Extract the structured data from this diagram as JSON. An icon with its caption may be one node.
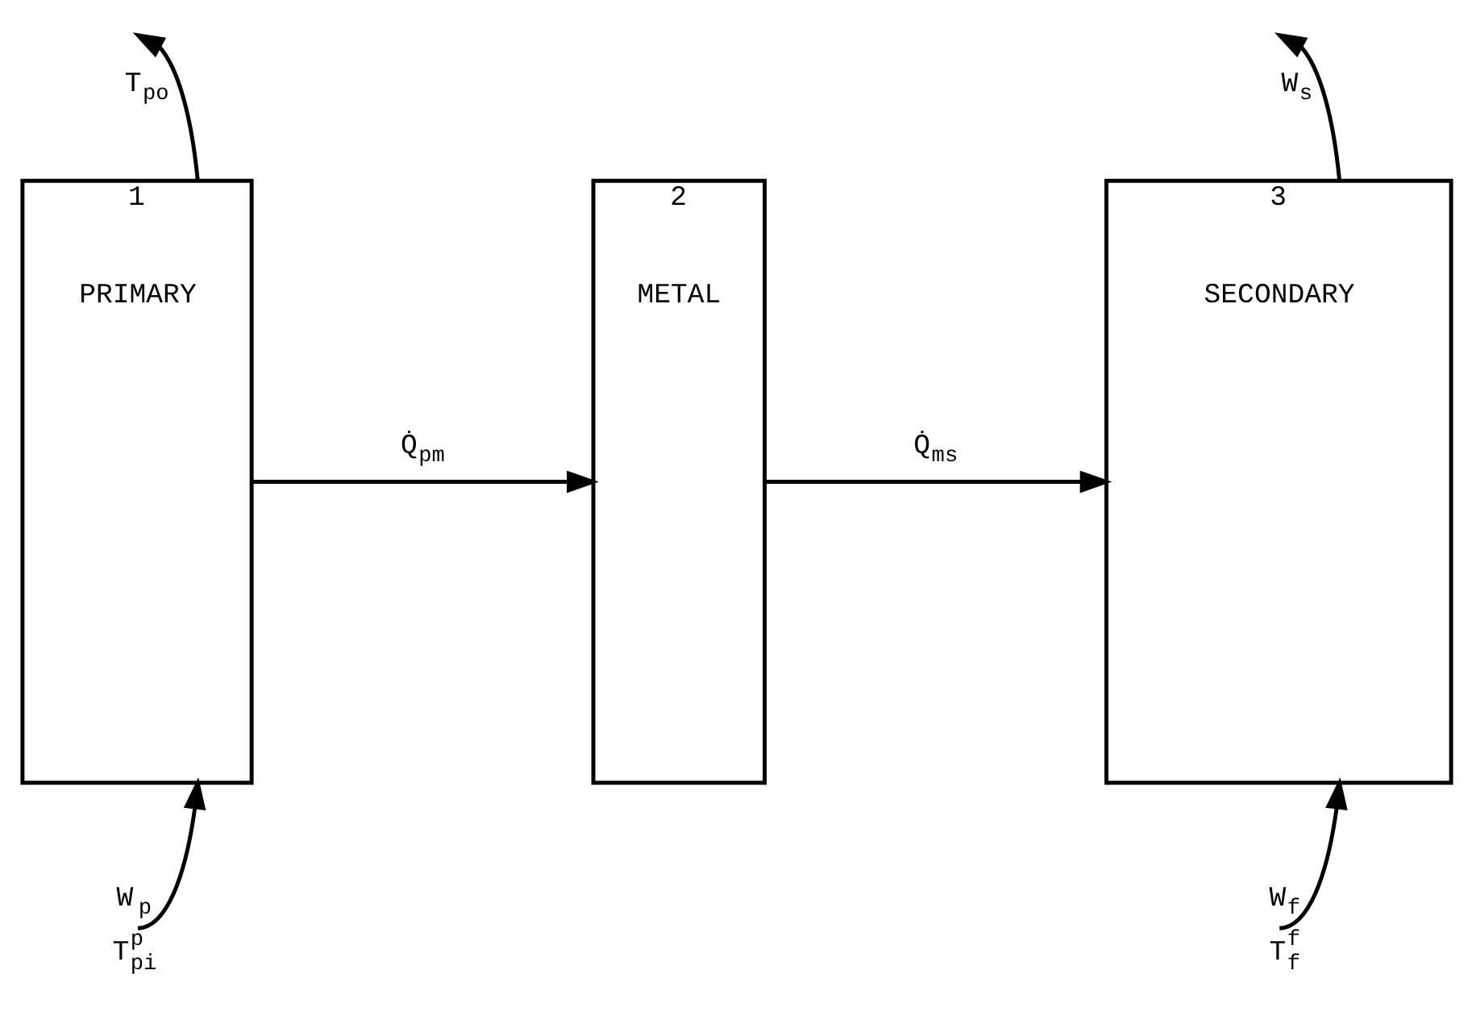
{
  "diagram": {
    "nodes": [
      {
        "text": [
          "1",
          "PRIMARY"
        ]
      },
      {
        "text": [
          "2",
          "METAL"
        ]
      },
      {
        "text": [
          "3",
          "SECONDARY"
        ]
      }
    ],
    "edges": [
      {
        "from": 0,
        "to": null,
        "arrow": "to",
        "label": "T$_{po}$"
      },
      {
        "from": null,
        "to": 0,
        "arrow": "to",
        "label": "W$_{p}$ T$^{p}$$_{pi}$"
      },
      {
        "from": 0,
        "to": 1,
        "arrow": "to",
        "label": "Q̇$_{pm}$"
      },
      {
        "from": 1,
        "to": 2,
        "arrow": "to",
        "label": "Q̇$_{ms}$"
      },
      {
        "from": 2,
        "to": null,
        "arrow": "to",
        "label": "W$_{s}$"
      },
      {
        "from": null,
        "to": 2,
        "arrow": "to",
        "label": "W$_{f}$ T$^{f}$$_{f}$"
      }
    ]
  }
}
